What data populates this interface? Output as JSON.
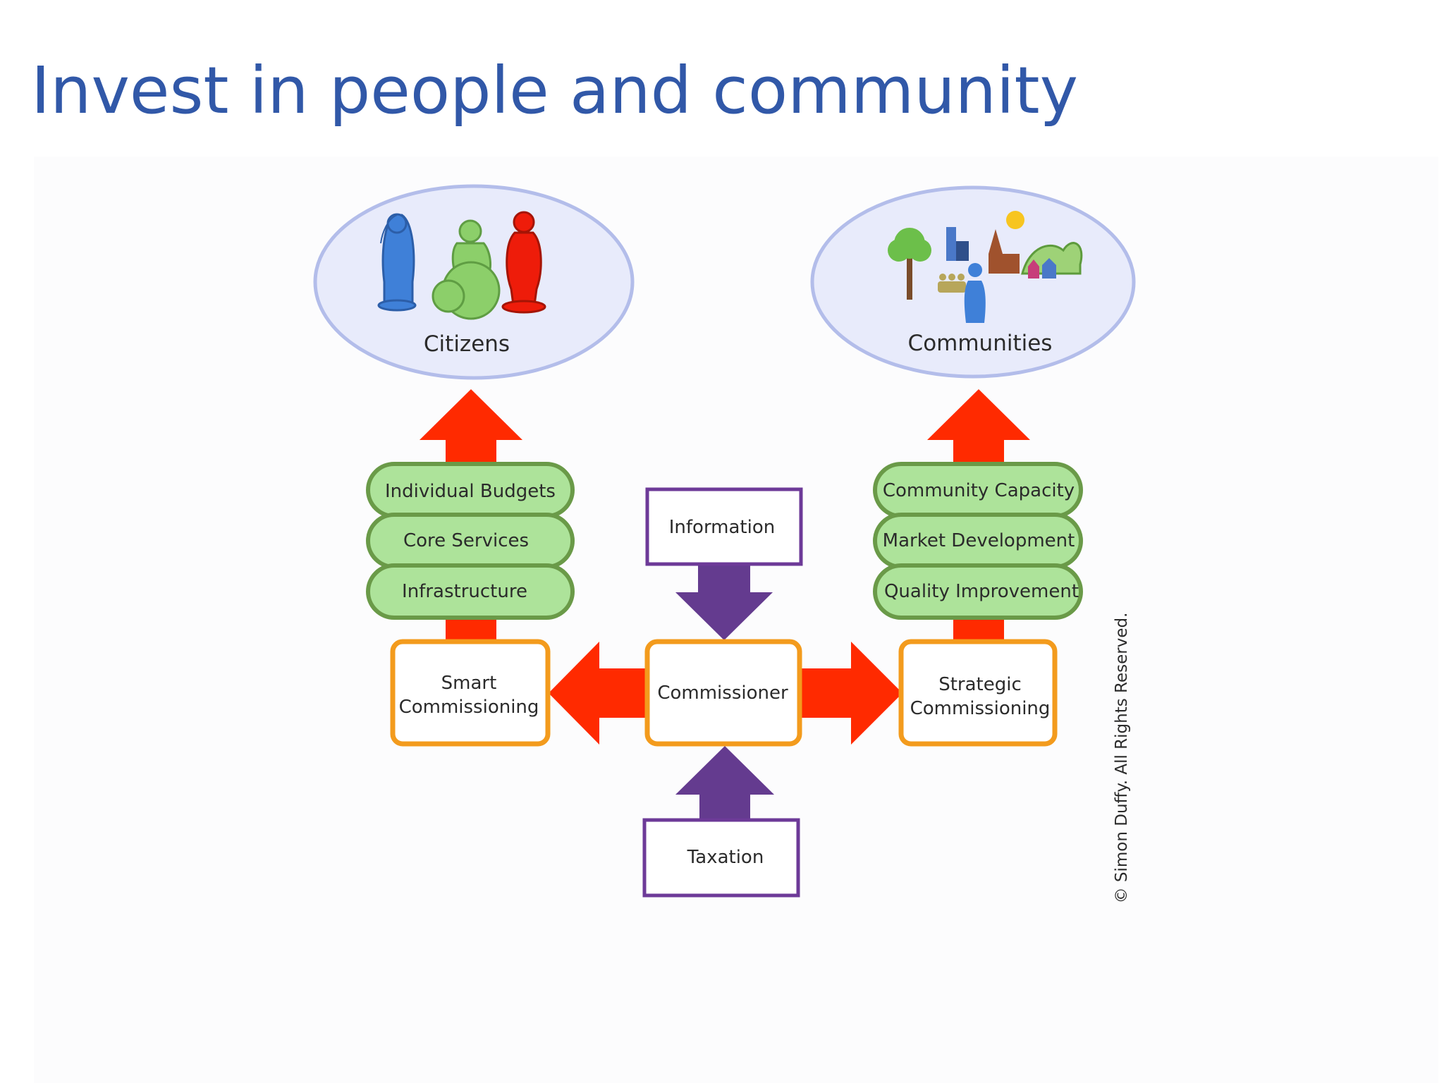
{
  "slide": {
    "title": "Invest in people and community"
  },
  "diagram": {
    "ellipses": {
      "citizens": "Citizens",
      "communities": "Communities"
    },
    "left_stack": [
      "Individual Budgets",
      "Core Services",
      "Infrastructure"
    ],
    "right_stack": [
      "Community Capacity",
      "Market Development",
      "Quality Improvement"
    ],
    "boxes": {
      "smart": [
        "Smart",
        "Commissioning"
      ],
      "commissioner": "Commissioner",
      "strategic": [
        "Strategic",
        "Commissioning"
      ],
      "information": "Information",
      "taxation": "Taxation"
    },
    "copyright": "© Simon Duffy. All Rights Reserved."
  },
  "colors": {
    "title": "#3158a8",
    "ellipse_fill": "#e8ebfb",
    "ellipse_stroke": "#b3bdea",
    "green_fill": "#ade39a",
    "green_stroke": "#6a9a48",
    "orange": "#f39b1d",
    "red_arrow": "#ff2a00",
    "purple": "#643b8f",
    "purple_box": "#6d3a98"
  }
}
